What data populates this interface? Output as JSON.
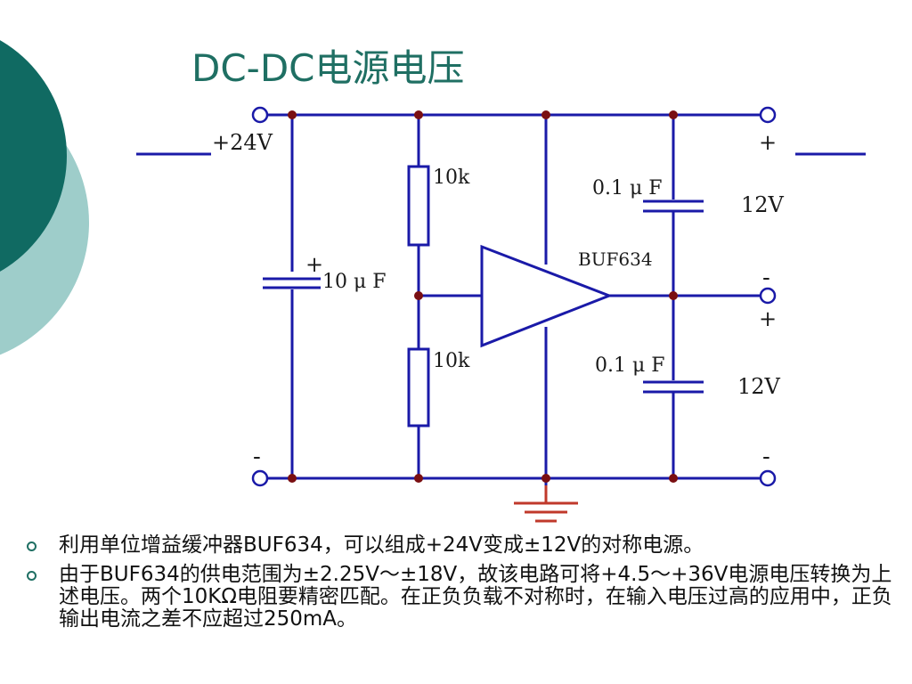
{
  "title": "DC-DC电源电压",
  "diagram": {
    "input_label": "+24V",
    "cap_input_label": "10 μ F",
    "cap_input_plus": "+",
    "resistor_top_label": "10k",
    "resistor_bottom_label": "10k",
    "buffer_label": "BUF634",
    "cap_top_label": "0.1 μ F",
    "cap_bottom_label": "0.1 μ F",
    "output_top_voltage": "12V",
    "output_bottom_voltage": "12V",
    "out_plus_top": "+",
    "out_minus_mid": "-",
    "out_plus_mid": "+",
    "out_minus_bottom": "-",
    "in_minus": "-"
  },
  "bullets": [
    "利用单位增益缓冲器BUF634，可以组成+24V变成±12V的对称电源。",
    "由于BUF634的供电范围为±2.25V～±18V，故该电路可将+4.5～+36V电源电压转换为上述电压。两个10KΩ电阻要精密匹配。在正负负载不对称时，在输入电压过高的应用中，正负输出电流之差不应超过250mA。"
  ],
  "colors": {
    "wire": "#1a1aa8",
    "node": "#7a0f12",
    "ground": "#c0392b",
    "title": "#1f6f63",
    "circle_dark": "#106a62",
    "circle_light": "#9ecdca"
  }
}
